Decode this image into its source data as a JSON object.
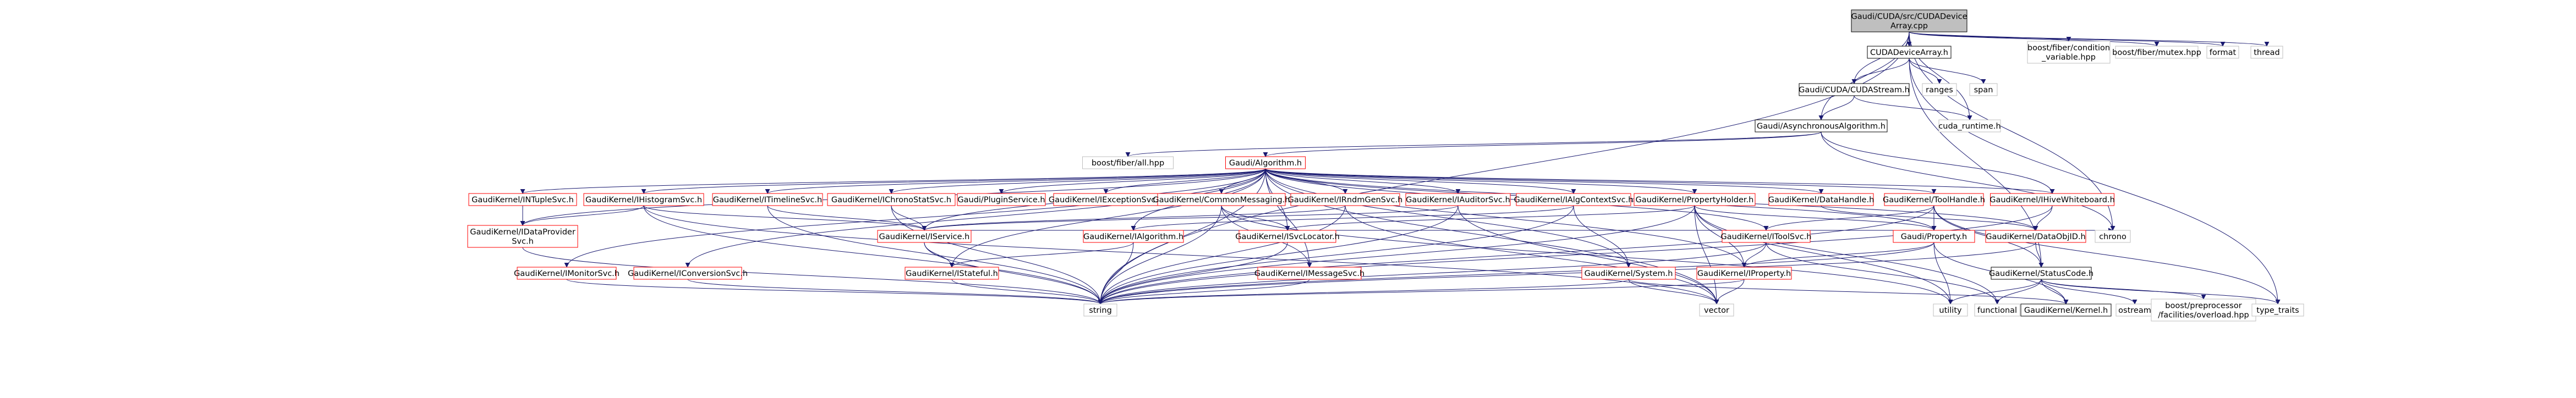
{
  "graph": {
    "title": "Gaudi/CUDA/src/CUDADeviceArray.cpp",
    "colors": {
      "root_fill": "#bfbfbf",
      "node_fill": "#ffffff",
      "border_red": "#ff0000",
      "border_black": "#000000",
      "border_grey": "#bfbfbf",
      "edge": "#191970"
    },
    "nodes": [
      {
        "id": "root",
        "lines": [
          "Gaudi/CUDA/src/CUDADevice",
          "Array.cpp"
        ],
        "kind": "root"
      },
      {
        "id": "cda",
        "lines": [
          "CUDADeviceArray.h"
        ],
        "kind": "black"
      },
      {
        "id": "bfcv",
        "lines": [
          "boost/fiber/condition",
          "_variable.hpp"
        ],
        "kind": "grey"
      },
      {
        "id": "bfmx",
        "lines": [
          "boost/fiber/mutex.hpp"
        ],
        "kind": "grey"
      },
      {
        "id": "format",
        "lines": [
          "format"
        ],
        "kind": "grey"
      },
      {
        "id": "thread",
        "lines": [
          "thread"
        ],
        "kind": "grey"
      },
      {
        "id": "ranges",
        "lines": [
          "ranges"
        ],
        "kind": "grey"
      },
      {
        "id": "span",
        "lines": [
          "span"
        ],
        "kind": "grey"
      },
      {
        "id": "cudastream",
        "lines": [
          "Gaudi/CUDA/CUDAStream.h"
        ],
        "kind": "black"
      },
      {
        "id": "cudart",
        "lines": [
          "cuda_runtime.h"
        ],
        "kind": "grey"
      },
      {
        "id": "asyncalg",
        "lines": [
          "Gaudi/AsynchronousAlgorithm.h"
        ],
        "kind": "black"
      },
      {
        "id": "bfall",
        "lines": [
          "boost/fiber/all.hpp"
        ],
        "kind": "grey"
      },
      {
        "id": "galg",
        "lines": [
          "Gaudi/Algorithm.h"
        ],
        "kind": "red"
      },
      {
        "id": "iwb",
        "lines": [
          "GaudiKernel/IHiveWhiteboard.h"
        ],
        "kind": "red"
      },
      {
        "id": "chrono",
        "lines": [
          "chrono"
        ],
        "kind": "grey"
      },
      {
        "id": "intsvc",
        "lines": [
          "GaudiKernel/INTupleSvc.h"
        ],
        "kind": "red"
      },
      {
        "id": "ihist",
        "lines": [
          "GaudiKernel/IHistogramSvc.h"
        ],
        "kind": "red"
      },
      {
        "id": "itl",
        "lines": [
          "GaudiKernel/ITimelineSvc.h"
        ],
        "kind": "red"
      },
      {
        "id": "icss",
        "lines": [
          "GaudiKernel/IChronoStatSvc.h"
        ],
        "kind": "red"
      },
      {
        "id": "ipl",
        "lines": [
          "Gaudi/PluginService.h"
        ],
        "kind": "red"
      },
      {
        "id": "iexc",
        "lines": [
          "GaudiKernel/IExceptionSvc.h"
        ],
        "kind": "red"
      },
      {
        "id": "cmsg",
        "lines": [
          "GaudiKernel/CommonMessaging.h"
        ],
        "kind": "red"
      },
      {
        "id": "irnd",
        "lines": [
          "GaudiKernel/IRndmGenSvc.h"
        ],
        "kind": "red"
      },
      {
        "id": "iaud",
        "lines": [
          "GaudiKernel/IAuditorSvc.h"
        ],
        "kind": "red"
      },
      {
        "id": "iacx",
        "lines": [
          "GaudiKernel/IAlgContextSvc.h"
        ],
        "kind": "red"
      },
      {
        "id": "ph",
        "lines": [
          "GaudiKernel/PropertyHolder.h"
        ],
        "kind": "red"
      },
      {
        "id": "dh",
        "lines": [
          "GaudiKernel/DataHandle.h"
        ],
        "kind": "red"
      },
      {
        "id": "th",
        "lines": [
          "GaudiKernel/ToolHandle.h"
        ],
        "kind": "red"
      },
      {
        "id": "idp",
        "lines": [
          "GaudiKernel/IDataProvider",
          "Svc.h"
        ],
        "kind": "red"
      },
      {
        "id": "isvc",
        "lines": [
          "GaudiKernel/IService.h"
        ],
        "kind": "red"
      },
      {
        "id": "ialg",
        "lines": [
          "GaudiKernel/IAlgorithm.h"
        ],
        "kind": "red"
      },
      {
        "id": "imsg",
        "lines": [
          "GaudiKernel/IMessageSvc.h"
        ],
        "kind": "red"
      },
      {
        "id": "isl",
        "lines": [
          "GaudiKernel/ISvcLocator.h"
        ],
        "kind": "red"
      },
      {
        "id": "isys",
        "lines": [
          "GaudiKernel/System.h"
        ],
        "kind": "red"
      },
      {
        "id": "ipr",
        "lines": [
          "GaudiKernel/IProperty.h"
        ],
        "kind": "red"
      },
      {
        "id": "itsvc",
        "lines": [
          "GaudiKernel/IToolSvc.h"
        ],
        "kind": "red"
      },
      {
        "id": "gprop",
        "lines": [
          "Gaudi/Property.h"
        ],
        "kind": "red"
      },
      {
        "id": "dobjid",
        "lines": [
          "GaudiKernel/DataObjID.h"
        ],
        "kind": "red"
      },
      {
        "id": "imon",
        "lines": [
          "GaudiKernel/IMonitorSvc.h"
        ],
        "kind": "red"
      },
      {
        "id": "iconv",
        "lines": [
          "GaudiKernel/IConversionSvc.h"
        ],
        "kind": "red"
      },
      {
        "id": "istf",
        "lines": [
          "GaudiKernel/IStateful.h"
        ],
        "kind": "red"
      },
      {
        "id": "sc",
        "lines": [
          "GaudiKernel/StatusCode.h"
        ],
        "kind": "black"
      },
      {
        "id": "string",
        "lines": [
          "string"
        ],
        "kind": "grey"
      },
      {
        "id": "vector",
        "lines": [
          "vector"
        ],
        "kind": "grey"
      },
      {
        "id": "functional",
        "lines": [
          "functional"
        ],
        "kind": "grey"
      },
      {
        "id": "utility",
        "lines": [
          "utility"
        ],
        "kind": "grey"
      },
      {
        "id": "kernel",
        "lines": [
          "GaudiKernel/Kernel.h"
        ],
        "kind": "black"
      },
      {
        "id": "ostream",
        "lines": [
          "ostream"
        ],
        "kind": "grey"
      },
      {
        "id": "bpp",
        "lines": [
          "boost/preprocessor",
          "/facilities/overload.hpp"
        ],
        "kind": "grey"
      },
      {
        "id": "tt",
        "lines": [
          "type_traits"
        ],
        "kind": "grey"
      }
    ],
    "edges": [
      [
        "root",
        "cda"
      ],
      [
        "root",
        "cudastream"
      ],
      [
        "root",
        "asyncalg"
      ],
      [
        "root",
        "bfcv"
      ],
      [
        "root",
        "bfmx"
      ],
      [
        "root",
        "format"
      ],
      [
        "root",
        "thread"
      ],
      [
        "root",
        "chrono"
      ],
      [
        "root",
        "string"
      ],
      [
        "root",
        "cudart"
      ],
      [
        "cda",
        "cudastream"
      ],
      [
        "cda",
        "ranges"
      ],
      [
        "cda",
        "span"
      ],
      [
        "cda",
        "sc"
      ],
      [
        "cda",
        "tt"
      ],
      [
        "cudastream",
        "cudart"
      ],
      [
        "cudastream",
        "asyncalg"
      ],
      [
        "asyncalg",
        "bfall"
      ],
      [
        "asyncalg",
        "galg"
      ],
      [
        "asyncalg",
        "iwb"
      ],
      [
        "asyncalg",
        "chrono"
      ],
      [
        "galg",
        "intsvc"
      ],
      [
        "galg",
        "idp"
      ],
      [
        "galg",
        "ihist"
      ],
      [
        "galg",
        "itl"
      ],
      [
        "galg",
        "icss"
      ],
      [
        "galg",
        "ipl"
      ],
      [
        "galg",
        "iexc"
      ],
      [
        "galg",
        "cmsg"
      ],
      [
        "galg",
        "irnd"
      ],
      [
        "galg",
        "iaud"
      ],
      [
        "galg",
        "iacx"
      ],
      [
        "galg",
        "ph"
      ],
      [
        "galg",
        "dh"
      ],
      [
        "galg",
        "th"
      ],
      [
        "galg",
        "iwb"
      ],
      [
        "galg",
        "isvc"
      ],
      [
        "galg",
        "ialg"
      ],
      [
        "galg",
        "imsg"
      ],
      [
        "galg",
        "isl"
      ],
      [
        "galg",
        "isys"
      ],
      [
        "galg",
        "ipr"
      ],
      [
        "galg",
        "itsvc"
      ],
      [
        "galg",
        "gprop"
      ],
      [
        "galg",
        "dobjid"
      ],
      [
        "galg",
        "imon"
      ],
      [
        "galg",
        "iconv"
      ],
      [
        "galg",
        "istf"
      ],
      [
        "galg",
        "string"
      ],
      [
        "galg",
        "vector"
      ],
      [
        "intsvc",
        "idp"
      ],
      [
        "idp",
        "string"
      ],
      [
        "ihist",
        "idp"
      ],
      [
        "ihist",
        "isvc"
      ],
      [
        "ihist",
        "string"
      ],
      [
        "ihist",
        "vector"
      ],
      [
        "itl",
        "isvc"
      ],
      [
        "itl",
        "string"
      ],
      [
        "icss",
        "isvc"
      ],
      [
        "icss",
        "string"
      ],
      [
        "cmsg",
        "imsg"
      ],
      [
        "cmsg",
        "isl"
      ],
      [
        "cmsg",
        "string"
      ],
      [
        "cmsg",
        "utility"
      ],
      [
        "irnd",
        "isvc"
      ],
      [
        "irnd",
        "string"
      ],
      [
        "irnd",
        "vector"
      ],
      [
        "iaud",
        "isvc"
      ],
      [
        "iaud",
        "string"
      ],
      [
        "iaud",
        "vector"
      ],
      [
        "iacx",
        "ialg"
      ],
      [
        "iacx",
        "string"
      ],
      [
        "iacx",
        "isys"
      ],
      [
        "ph",
        "ipr"
      ],
      [
        "ph",
        "gprop"
      ],
      [
        "ph",
        "isl"
      ],
      [
        "ph",
        "string"
      ],
      [
        "ph",
        "vector"
      ],
      [
        "ph",
        "utility"
      ],
      [
        "ph",
        "functional"
      ],
      [
        "dh",
        "dobjid"
      ],
      [
        "th",
        "itsvc"
      ],
      [
        "th",
        "gprop"
      ],
      [
        "th",
        "sc"
      ],
      [
        "th",
        "string"
      ],
      [
        "th",
        "tt"
      ],
      [
        "iwb",
        "dobjid"
      ],
      [
        "iwb",
        "string"
      ],
      [
        "isvc",
        "istf"
      ],
      [
        "isvc",
        "string"
      ],
      [
        "ialg",
        "istf"
      ],
      [
        "ialg",
        "string"
      ],
      [
        "imsg",
        "string"
      ],
      [
        "isl",
        "string"
      ],
      [
        "isys",
        "string"
      ],
      [
        "isys",
        "vector"
      ],
      [
        "isys",
        "kernel"
      ],
      [
        "ipr",
        "string"
      ],
      [
        "ipr",
        "vector"
      ],
      [
        "itsvc",
        "string"
      ],
      [
        "itsvc",
        "functional"
      ],
      [
        "itsvc",
        "ipr"
      ],
      [
        "gprop",
        "string"
      ],
      [
        "gprop",
        "utility"
      ],
      [
        "gprop",
        "kernel"
      ],
      [
        "gprop",
        "ipr"
      ],
      [
        "dobjid",
        "string"
      ],
      [
        "dobjid",
        "sc"
      ],
      [
        "imon",
        "string"
      ],
      [
        "iconv",
        "string"
      ],
      [
        "istf",
        "string"
      ],
      [
        "sc",
        "ostream"
      ],
      [
        "sc",
        "bpp"
      ],
      [
        "sc",
        "utility"
      ],
      [
        "sc",
        "functional"
      ],
      [
        "sc",
        "tt"
      ],
      [
        "sc",
        "kernel"
      ],
      [
        "isvc",
        "chrono"
      ]
    ]
  }
}
